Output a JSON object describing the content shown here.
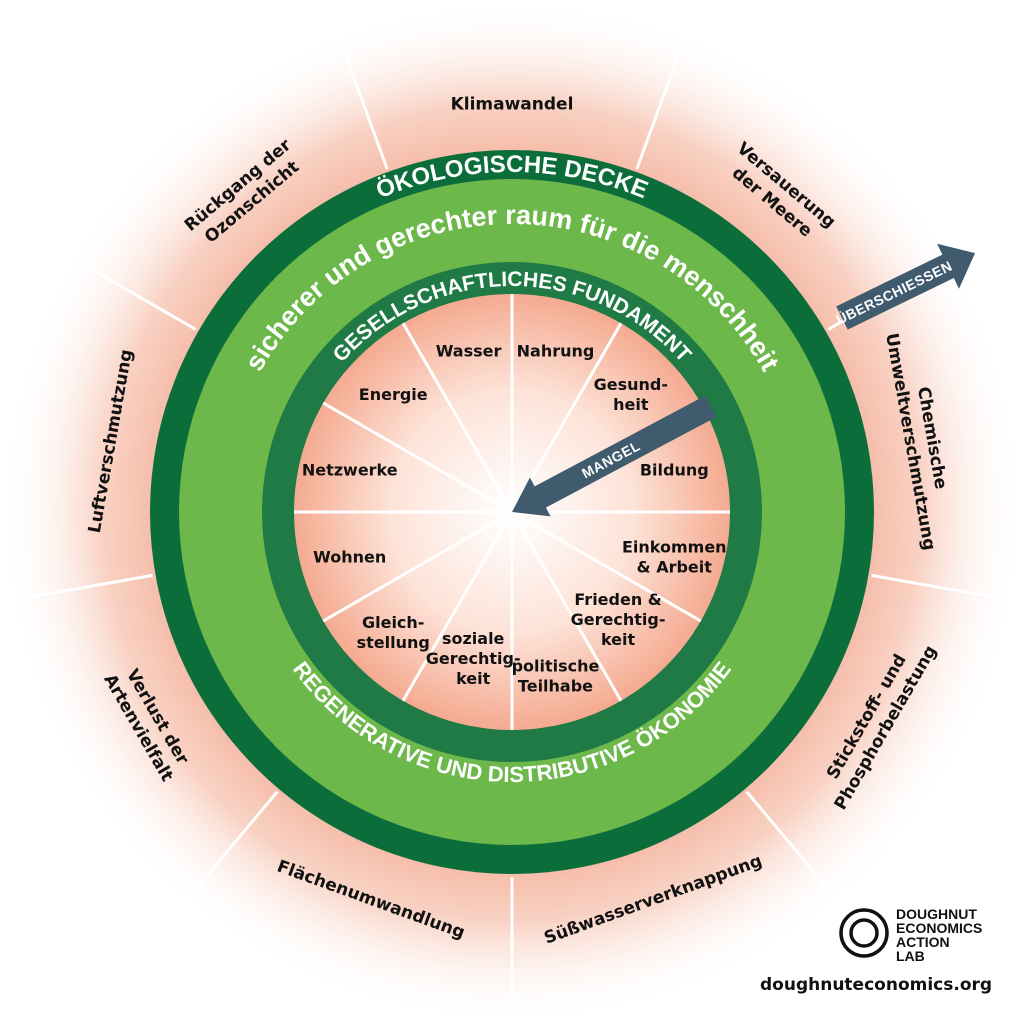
{
  "colors": {
    "dark_green": "#0b6e3a",
    "mid_green": "#1f7a45",
    "light_green": "#6cb84a",
    "arrow": "#405a6e",
    "outer_glow": "#f6b9a6",
    "background": "#ffffff"
  },
  "rings": {
    "ecological_ceiling": "ÖKOLOGISCHE DECKE",
    "safe_space": "sicherer und gerechter raum für die menschheit",
    "social_foundation": "GESELLSCHAFTLICHES FUNDAMENT",
    "regenerative_economy": "REGENERATIVE UND DISTRIBUTIVE ÖKONOMIE"
  },
  "arrows": {
    "overshoot": "ÜBERSCHIESSEN",
    "shortfall": "MANGEL"
  },
  "ecological_ceiling_dimensions": [
    {
      "lines": [
        "Klimawandel"
      ]
    },
    {
      "lines": [
        "Versauerung",
        "der Meere"
      ]
    },
    {
      "lines": [
        "Chemische",
        "Umweltverschmutzung"
      ]
    },
    {
      "lines": [
        "Stickstoff- und",
        "Phosphorbelastung"
      ]
    },
    {
      "lines": [
        "Süßwasserverknappung"
      ]
    },
    {
      "lines": [
        "Flächenumwandlung"
      ]
    },
    {
      "lines": [
        "Verlust der",
        "Artenvielfalt"
      ]
    },
    {
      "lines": [
        "Luftverschmutzung"
      ]
    },
    {
      "lines": [
        "Rückgang der",
        "Ozonschicht"
      ]
    }
  ],
  "social_foundation_dimensions": [
    {
      "lines": [
        "Nahrung"
      ]
    },
    {
      "lines": [
        "Gesund-",
        "heit"
      ]
    },
    {
      "lines": [
        "Bildung"
      ]
    },
    {
      "lines": [
        "Einkommen",
        "& Arbeit"
      ]
    },
    {
      "lines": [
        "Frieden &",
        "Gerechtig-",
        "keit"
      ]
    },
    {
      "lines": [
        "politische",
        "Teilhabe"
      ]
    },
    {
      "lines": [
        "soziale",
        "Gerechtig-",
        "keit"
      ]
    },
    {
      "lines": [
        "Gleich-",
        "stellung"
      ]
    },
    {
      "lines": [
        "Wohnen"
      ]
    },
    {
      "lines": [
        "Netzwerke"
      ]
    },
    {
      "lines": [
        "Energie"
      ]
    },
    {
      "lines": [
        "Wasser"
      ]
    }
  ],
  "logo": {
    "lines": [
      "DOUGHNUT",
      "ECONOMICS",
      "ACTION",
      "LAB"
    ],
    "url": "doughnuteconomics.org"
  }
}
